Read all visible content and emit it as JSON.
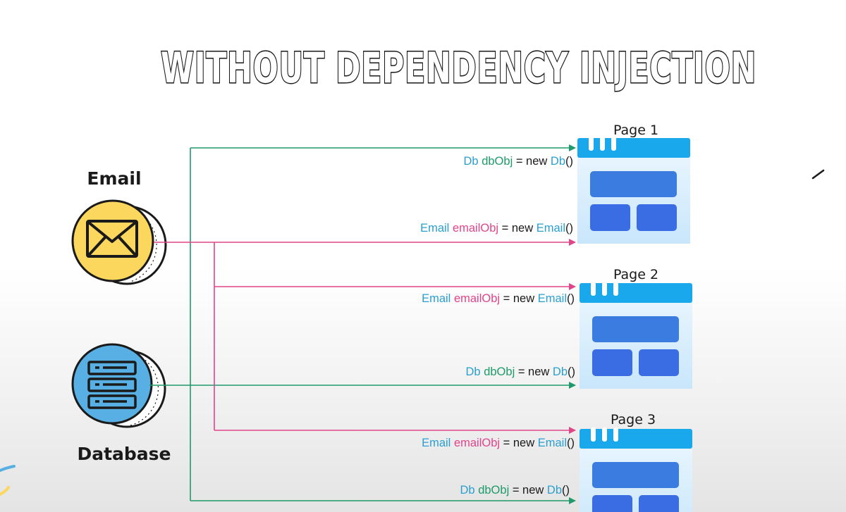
{
  "title": "WITHOUT DEPENDENCY INJECTION",
  "nodes": {
    "email": {
      "label": "Email",
      "icon": "envelope-icon",
      "fill": "#fcd75e"
    },
    "database": {
      "label": "Database",
      "icon": "server-icon",
      "fill": "#58afe3"
    }
  },
  "pages": [
    {
      "label": "Page 1"
    },
    {
      "label": "Page 2"
    },
    {
      "label": "Page 3"
    }
  ],
  "code": {
    "db": {
      "type": "Db",
      "var": "dbObj",
      "op": " = new ",
      "ctor": "Db",
      "parens": "()"
    },
    "email": {
      "type": "Email",
      "var": "emailObj",
      "op": " = new ",
      "ctor": "Email",
      "parens": "()"
    }
  },
  "colors": {
    "db_arrow": "#1f9a6a",
    "email_arrow": "#e0458a",
    "type_text": "#2a9fd0",
    "page_blue": "#1aa8ec",
    "page_block": "#3a7ce0"
  }
}
